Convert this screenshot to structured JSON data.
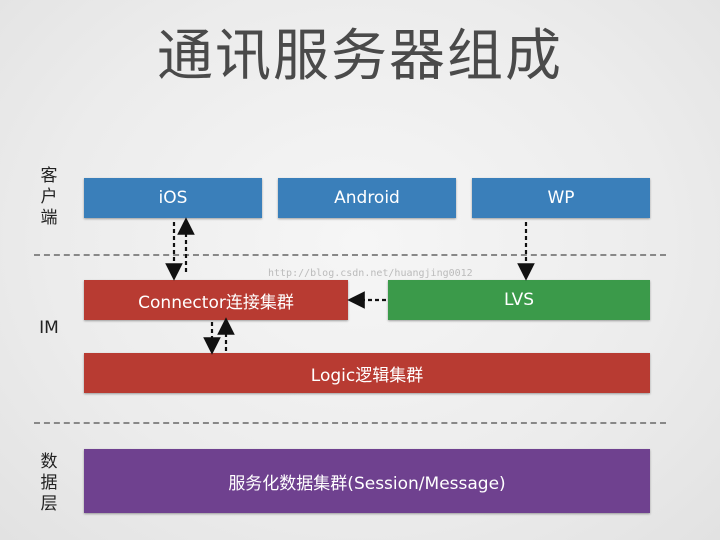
{
  "title": "通讯服务器组成",
  "layers": {
    "client": "客户端",
    "im": "IM",
    "data": "数据层"
  },
  "boxes": {
    "ios": "iOS",
    "android": "Android",
    "wp": "WP",
    "connector": "Connector连接集群",
    "lvs": "LVS",
    "logic": "Logic逻辑集群",
    "data_service": "服务化数据集群(Session/Message)"
  },
  "watermark": "http://blog.csdn.net/huangjing0012",
  "colors": {
    "blue": "#3a7fba",
    "red": "#b83b32",
    "green": "#3b9a4a",
    "purple": "#6f418f"
  }
}
